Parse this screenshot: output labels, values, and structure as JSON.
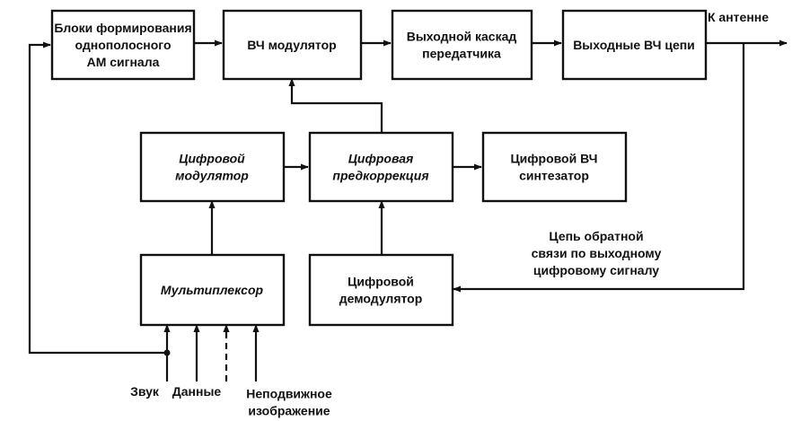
{
  "blocks": {
    "ssb_former": [
      "Блоки формирования",
      "однополосного",
      "АМ сигнала"
    ],
    "rf_modulator": [
      "ВЧ модулятор"
    ],
    "output_stage": [
      "Выходной каскад",
      "передатчика"
    ],
    "output_rf": [
      "Выходные ВЧ цепи"
    ],
    "digital_modulator": [
      "Цифровой",
      "модулятор"
    ],
    "predistortion": [
      "Цифровая",
      "предкоррекция"
    ],
    "rf_synth": [
      "Цифровой ВЧ",
      "синтезатор"
    ],
    "multiplexer": [
      "Мультиплексор"
    ],
    "digital_demod": [
      "Цифровой",
      "демодулятор"
    ]
  },
  "labels": {
    "antenna": "К антенне",
    "feedback": [
      "Цепь обратной",
      "связи по выходному",
      "цифровому сигналу"
    ],
    "sound": "Звук",
    "data": "Данные",
    "still_image": [
      "Неподвижное",
      "изображение"
    ]
  }
}
